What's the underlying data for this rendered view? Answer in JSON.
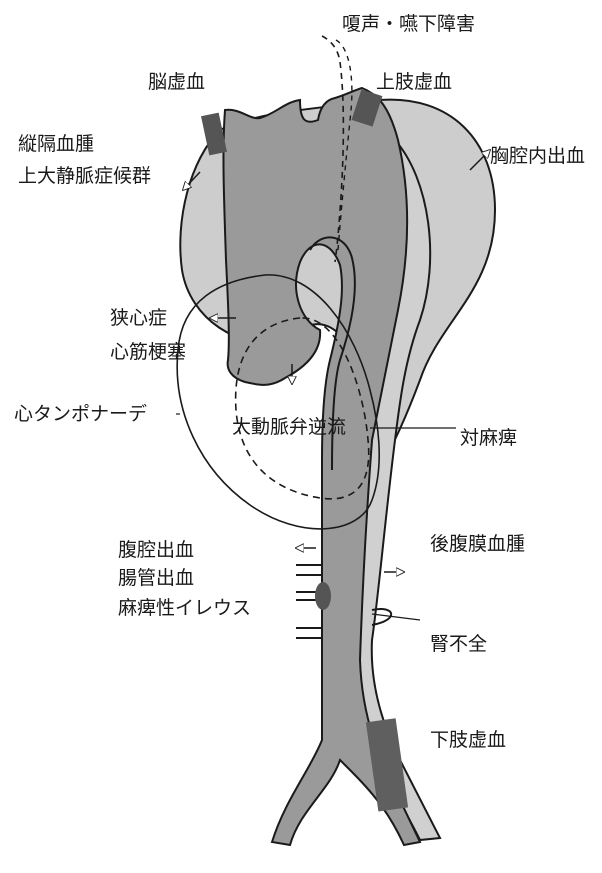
{
  "labels": {
    "hoarseness_dysphagia": "嗄声・嚥下障害",
    "brain_ischemia": "脳虚血",
    "upper_limb_ischemia": "上肢虚血",
    "mediastinal_hematoma": "縦隔血腫",
    "svc_syndrome": "上大静脈症候群",
    "hemothorax": "胸腔内出血",
    "angina": "狭心症",
    "mi": "心筋梗塞",
    "tamponade": "心タンポナーデ",
    "ar": "大動脈弁逆流",
    "paraplegia": "対麻痺",
    "peritoneal_bleeding": "腹腔出血",
    "intestinal_bleeding": "腸管出血",
    "paralytic_ileus": "麻痺性イレウス",
    "retroperitoneal_hematoma": "後腹膜血腫",
    "renal_failure": "腎不全",
    "lower_limb_ischemia": "下肢虚血"
  },
  "colors": {
    "dissection_light": "#c8c8c8",
    "dissection_dark": "#8c8c8c",
    "true_lumen": "#999999",
    "outline": "#1a1a1a",
    "background": "#ffffff"
  }
}
